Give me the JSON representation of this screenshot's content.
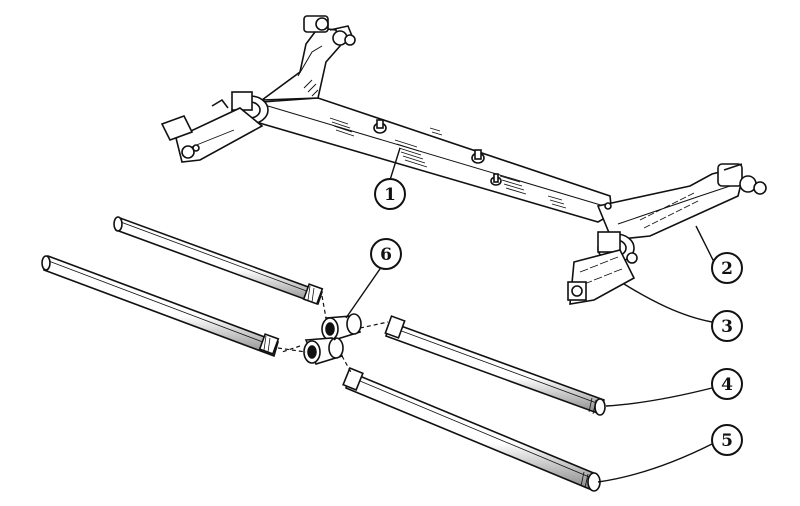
{
  "diagram": {
    "callouts": [
      {
        "id": 1,
        "label": "1"
      },
      {
        "id": 2,
        "label": "2"
      },
      {
        "id": 3,
        "label": "3"
      },
      {
        "id": 4,
        "label": "4"
      },
      {
        "id": 5,
        "label": "5"
      },
      {
        "id": 6,
        "label": "6"
      }
    ]
  },
  "colors": {
    "ink": "#111111",
    "paper": "#ffffff"
  }
}
